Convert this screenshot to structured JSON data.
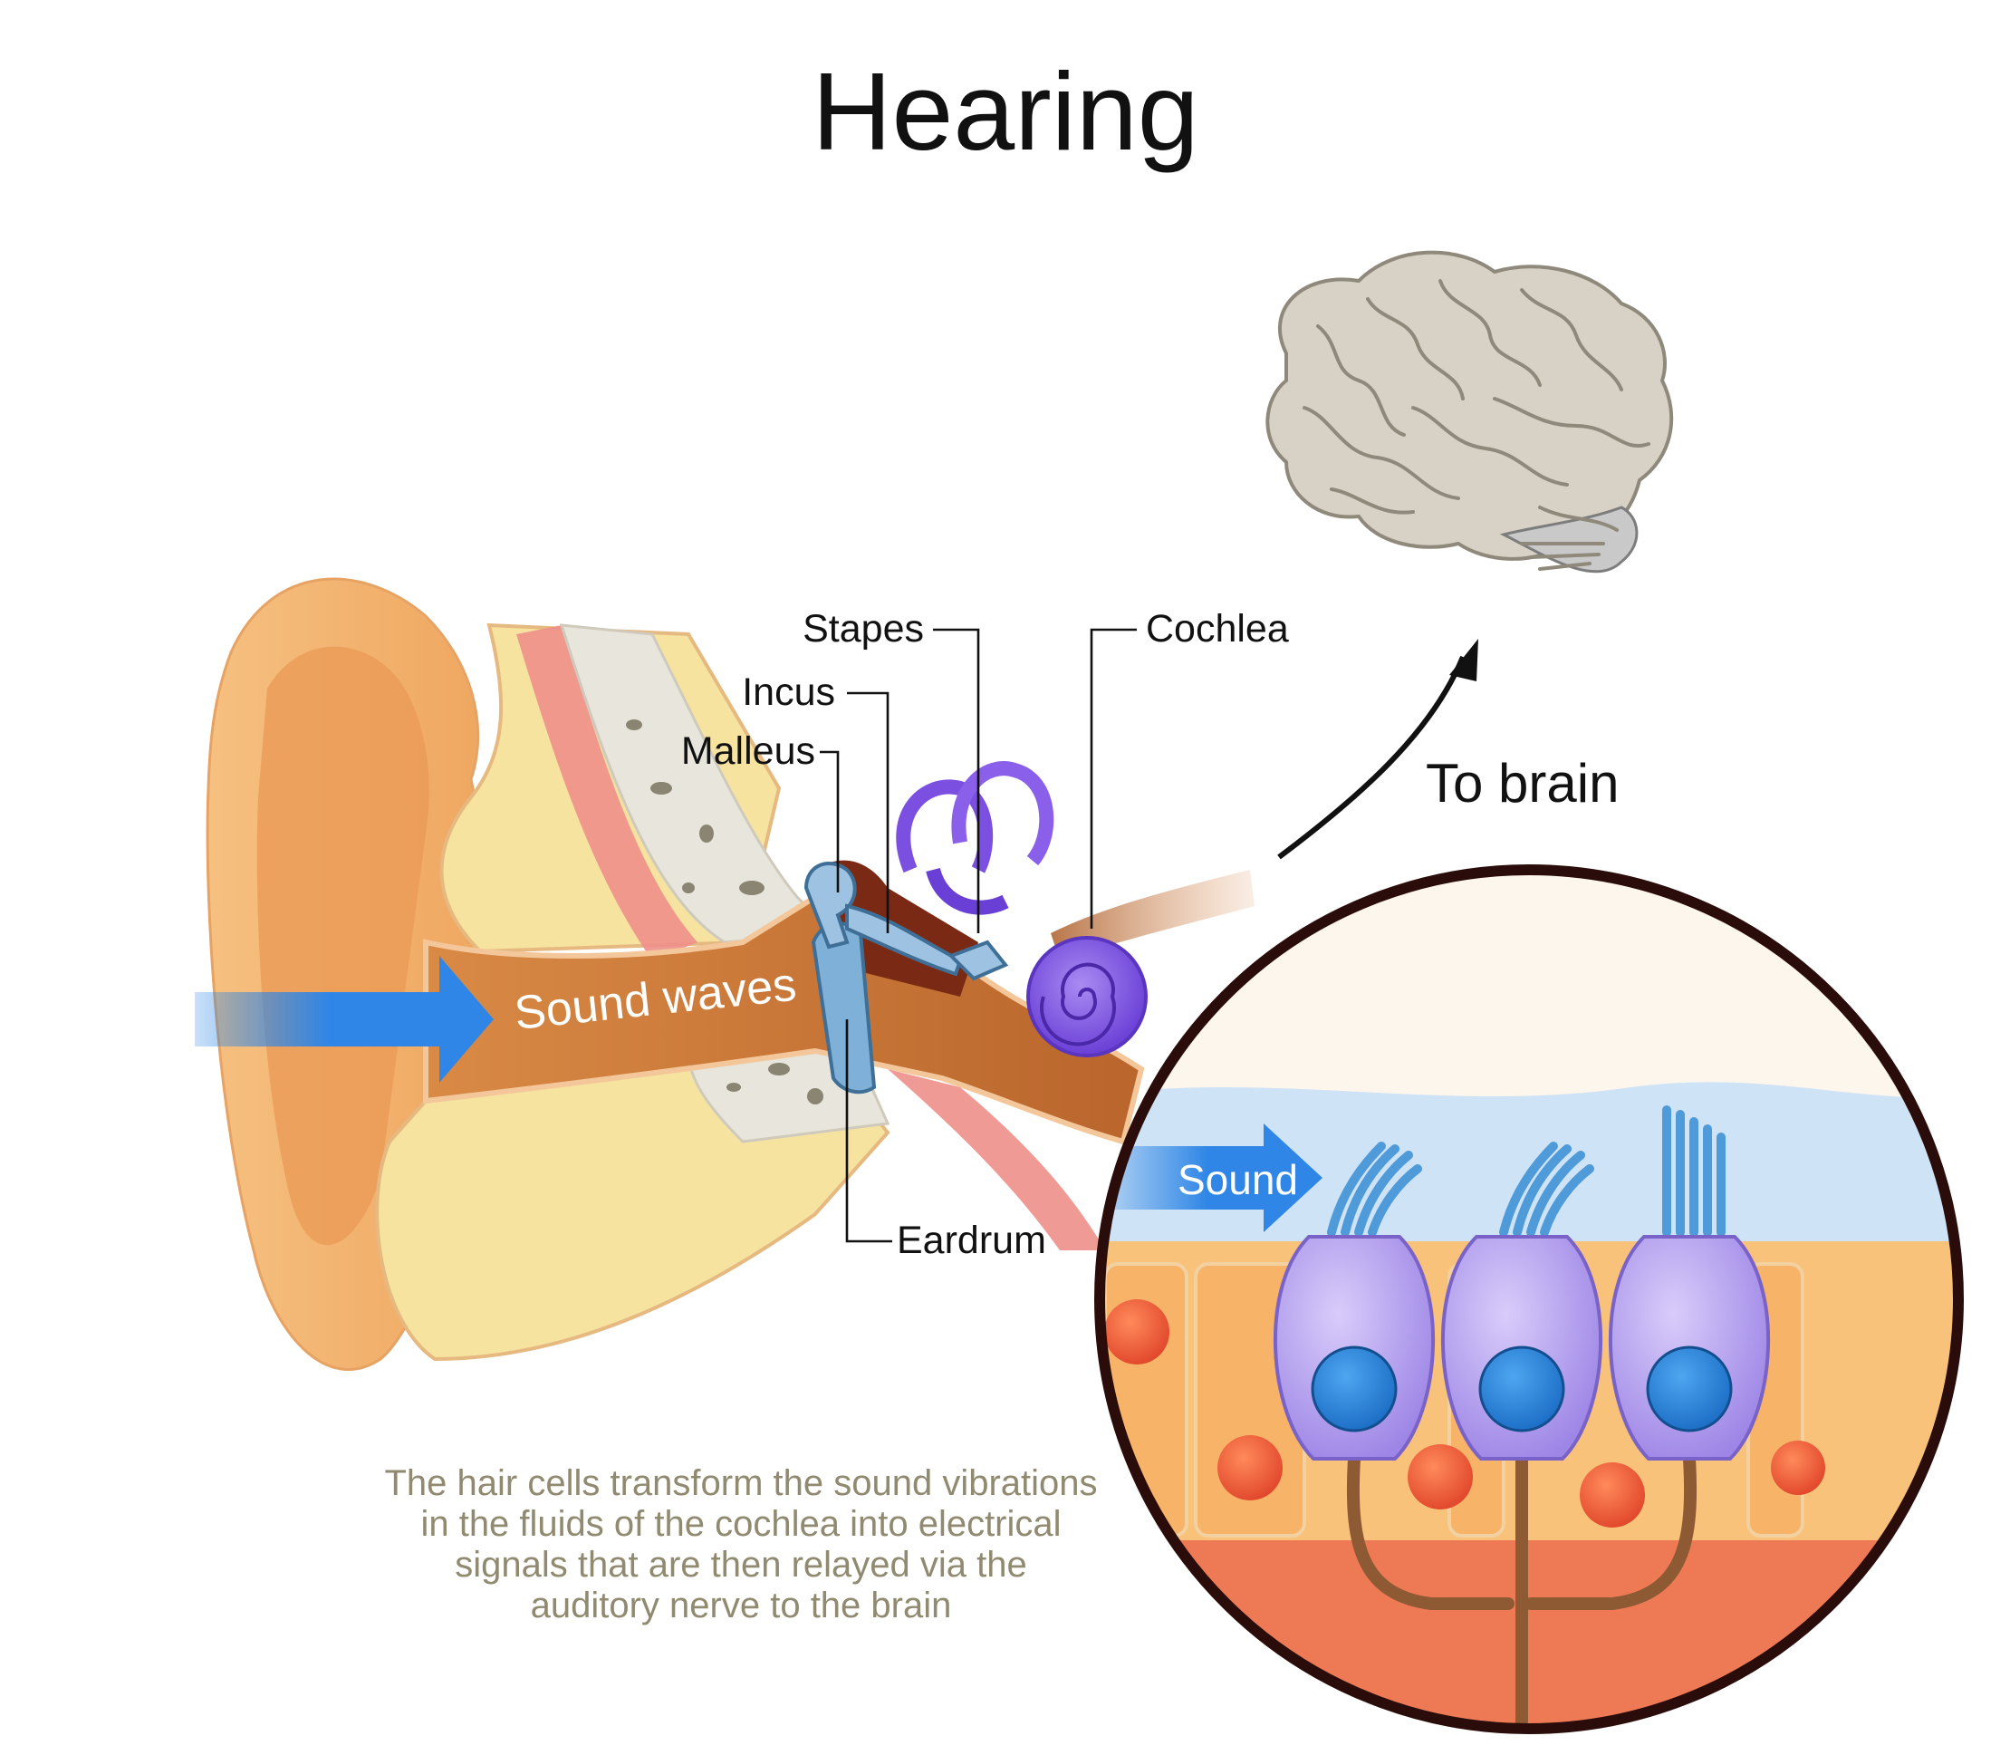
{
  "title": "Hearing",
  "labels": {
    "stapes": "Stapes",
    "incus": "Incus",
    "malleus": "Malleus",
    "cochlea": "Cochlea",
    "eardrum": "Eardrum",
    "to_brain": "To brain",
    "sound_waves": "Sound waves",
    "sound": "Sound"
  },
  "caption": [
    "The hair cells transform the sound vibrations",
    "in the fluids of the cochlea into electrical",
    "signals that are then relayed via the",
    "auditory nerve to the brain"
  ],
  "colors": {
    "sound_arrow": "#2f86e6",
    "cochlea": "#7b4fe0",
    "hair_cell": "#b7a4f0",
    "nucleus": "#1f7fd6",
    "skin": "#f0b070",
    "fat": "#f7e3a0",
    "bone": "#e8e6dc",
    "muscle": "#ee8f8a",
    "brain": "#d8d2c6",
    "caption_text": "#8f8a70"
  }
}
